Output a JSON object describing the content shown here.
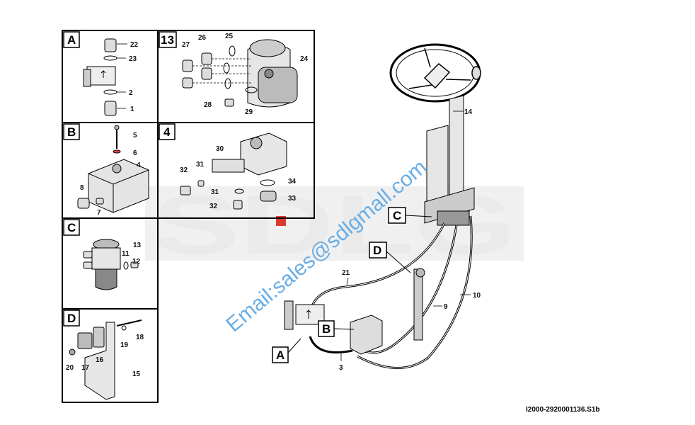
{
  "watermark": {
    "logo_text": "SDLG",
    "email": "Email:sales@sdlgmall.com",
    "accent_color": "#d9261c",
    "email_color": "#6aaee6"
  },
  "drawing_code": "I2000-2920001136.S1b",
  "panels": {
    "A": {
      "letter": "A",
      "labels": [
        "22",
        "23",
        "2",
        "1"
      ]
    },
    "13": {
      "letter": "13",
      "labels": [
        "27",
        "26",
        "25",
        "24",
        "28",
        "29"
      ]
    },
    "B": {
      "letter": "B",
      "labels": [
        "5",
        "6",
        "4",
        "8",
        "7"
      ]
    },
    "4": {
      "letter": "4",
      "labels": [
        "30",
        "31",
        "32",
        "34",
        "31",
        "33",
        "32"
      ]
    },
    "C": {
      "letter": "C",
      "labels": [
        "13",
        "11",
        "12"
      ]
    },
    "D": {
      "letter": "D",
      "labels": [
        "18",
        "19",
        "16",
        "20",
        "17",
        "15"
      ]
    }
  },
  "main": {
    "callouts": [
      "C",
      "D",
      "B",
      "A"
    ],
    "labels": [
      "14",
      "21",
      "9",
      "10",
      "3"
    ]
  }
}
